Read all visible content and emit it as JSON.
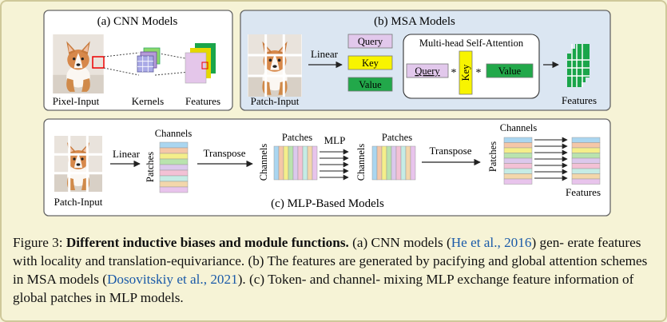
{
  "panels": {
    "cnn": {
      "title": "(a) CNN Models",
      "pixel_input": "Pixel-Input",
      "kernels": "Kernels",
      "features": "Features"
    },
    "msa": {
      "title": "(b) MSA Models",
      "patch_input": "Patch-Input",
      "linear": "Linear",
      "query": "Query",
      "key": "Key",
      "value": "Value",
      "mhsa_title": "Multi-head Self-Attention",
      "star": "*",
      "features": "Features"
    },
    "mlp": {
      "title": "(c) MLP-Based Models",
      "patch_input": "Patch-Input",
      "linear": "Linear",
      "channels": "Channels",
      "patches": "Patches",
      "transpose": "Transpose",
      "mlp": "MLP",
      "features": "Features"
    }
  },
  "caption": {
    "label": "Figure 3:",
    "bold": "Different inductive biases and module functions.",
    "part1": "(a) CNN models (",
    "cite1": "He et al., 2016",
    "part2": ") gen- erate features with locality and translation-equivariance. (b) The features are generated by pacifying and global attention schemes in MSA models (",
    "cite2": "Dosovitskiy et al., 2021",
    "part3": "). (c) Token- and channel- mixing MLP exchange feature information of global patches in MLP models."
  },
  "colors": {
    "query": "#e2c8ec",
    "key": "#f8f400",
    "value": "#22a84a",
    "msa_bg": "#dbe6f2",
    "cite": "#1a5aa8",
    "feature_green": "#1aa54a"
  },
  "icons": {
    "image": "corgi-photo",
    "arrow": "right-arrow"
  }
}
